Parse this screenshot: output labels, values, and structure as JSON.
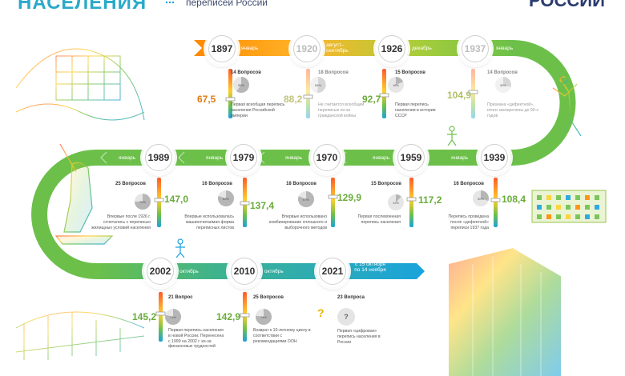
{
  "header": {
    "title": "НАСЕЛЕНИЯ",
    "subtitle": "переписей России",
    "right": "РОССИИ"
  },
  "colors": {
    "top_band_start": "#ff9f1c",
    "top_band_end": "#6cc04a",
    "mid_band": "#6cc04a",
    "bottom_band_start": "#6cc04a",
    "bottom_band_end": "#1aa3dd",
    "question_mark": "#e8b400"
  },
  "censuses": [
    {
      "year": "1897",
      "month": "январь",
      "questions": "14 Вопросов",
      "percent": "59%",
      "value": "67,5",
      "value_color": "#e07a10",
      "desc": "Первая всеобщая перепись населения Российской империи",
      "faded": false
    },
    {
      "year": "1920",
      "month": "август–\nсентябрь",
      "questions": "18 Вопросов",
      "percent": "54%",
      "value": "88,2",
      "value_color": "#c0c47e",
      "desc": "Не считается всеобщей переписью из-за гражданской войны",
      "faded": true
    },
    {
      "year": "1926",
      "month": "декабрь",
      "questions": "15 Вопросов",
      "percent": "18%",
      "value": "92,7",
      "value_color": "#6aab3a",
      "desc": "Первая перепись населения в истории СССР",
      "faded": false
    },
    {
      "year": "1937",
      "month": "январь",
      "questions": "14 Вопросов",
      "percent": "30%",
      "value": "104,9",
      "value_color": "#b0c066",
      "desc": "Признана «дефектной», итоги засекречены до 90-х годов",
      "faded": true
    },
    {
      "year": "1939",
      "month": "январь",
      "questions": "16 Вопросов",
      "percent": "30%",
      "value": "108,4",
      "value_color": "#6aab3a",
      "desc": "Перепись проведена после «дефектной» переписи 1937 года",
      "faded": false
    },
    {
      "year": "1959",
      "month": "январь",
      "questions": "15 Вопросов",
      "percent": "12%",
      "value": "117,2",
      "value_color": "#6aab3a",
      "desc": "Первая послевоенная перепись населения",
      "faded": false
    },
    {
      "year": "1970",
      "month": "январь",
      "questions": "18 Вопросов",
      "percent": "67%",
      "value": "129,9",
      "value_color": "#6aab3a",
      "desc": "Впервые использовано комбинирование сплошного и выборочного методов",
      "faded": false
    },
    {
      "year": "1979",
      "month": "январь",
      "questions": "16 Вопросов",
      "percent": "69%",
      "value": "137,4",
      "value_color": "#6aab3a",
      "desc": "Впервые использовалась машиночитаемая форма переписных листов",
      "faded": false
    },
    {
      "year": "1989",
      "month": "январь",
      "questions": "25 Вопросов",
      "percent": "75%",
      "value": "147,0",
      "value_color": "#6aab3a",
      "desc": "Впервые после 1926 г. сочетались с переписью жилищных условий населения",
      "faded": false
    },
    {
      "year": "2002",
      "month": "октябрь",
      "questions": "21 Вопрос",
      "percent": "71%",
      "value": "145,2",
      "value_color": "#6aab3a",
      "desc": "Первая перепись населения в новой России. Перенесена с 1999 на 2002 г. из-за финансовых трудностей",
      "faded": false
    },
    {
      "year": "2010",
      "month": "октябрь",
      "questions": "25 Вопросов",
      "percent": "74%",
      "value": "142,9",
      "value_color": "#6aab3a",
      "desc": "Возврат к 10-летнему циклу в соответствии с рекомендациями ООН",
      "faded": false
    },
    {
      "year": "2021",
      "month": "с 15 октября\nпо 14 ноября",
      "questions": "23 Вопроса",
      "percent": "?",
      "value": "?",
      "value_color": "#e8b400",
      "desc": "Первая «цифровая» перепись населения в России",
      "faded": false
    }
  ]
}
